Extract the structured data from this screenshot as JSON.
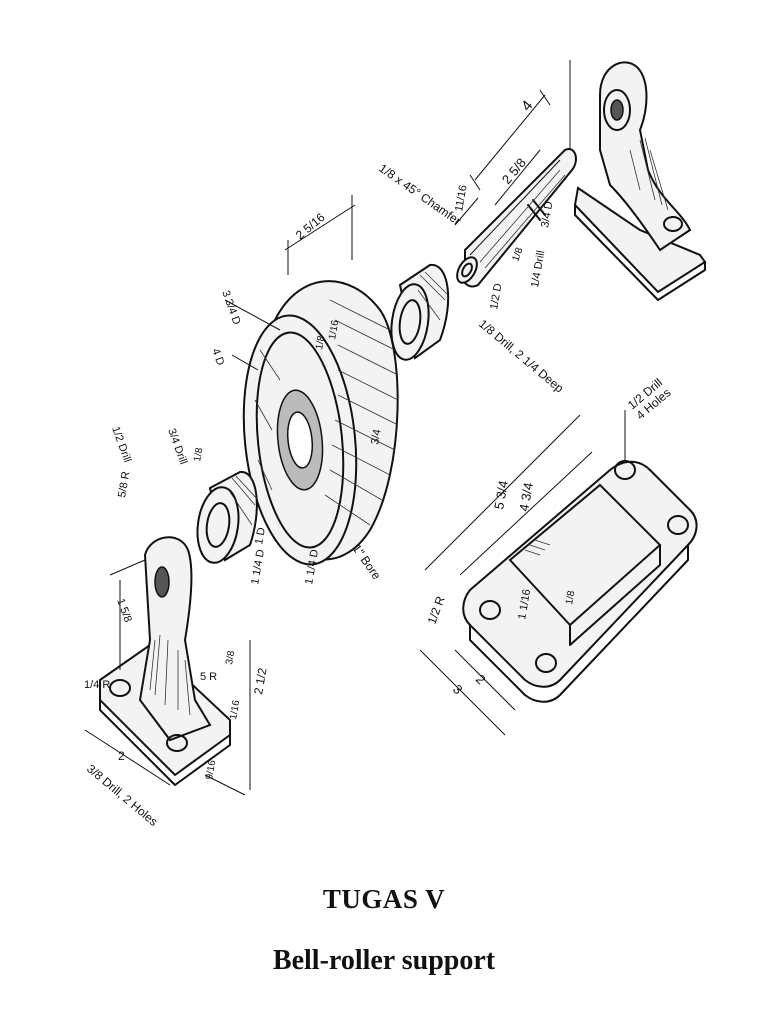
{
  "caption": {
    "title": "TUGAS V",
    "subtitle": "Bell-roller support"
  },
  "dimensions": {
    "pin_length": "4",
    "pin_2_5_8": "2 5/8",
    "pin_11_16": "11/16",
    "chamfer": "1/8 x 45° Chamfer",
    "pin_3_4D": "3/4 D",
    "pin_1_2D": "1/2 D",
    "pin_quarter_drill": "1/4 Drill",
    "pin_1_8": "1/8",
    "pin_drill_deep": "1/8 Drill, 2 1/4 Deep",
    "roller_2_5_16": "2 5/16",
    "roller_3_3_4D": "3 3/4 D",
    "roller_4D": "4 D",
    "roller_1_16": "1/16",
    "roller_1_8": "1/8",
    "roller_3_4": "3/4",
    "roller_1_bore": "1\" Bore",
    "roller_1_1_4D": "1 1/4 D",
    "bushing_1D": "1 D",
    "bushing_1_1_4D": "1 1/4 D",
    "bushing_3_4_drill": "3/4 Drill",
    "bushing_1_8": "1/8",
    "bracket_1_2_drill": "1/2 Drill",
    "bracket_5_8R": "5/8 R",
    "bracket_1_5_8": "1 5/8",
    "bracket_5R": "5 R",
    "bracket_3_8": "3/8",
    "bracket_1_16": "1/16",
    "bracket_2_1_2": "2 1/2",
    "bracket_2": "2",
    "bracket_1_4R": "1/4 R",
    "bracket_9_16": "9/16",
    "bracket_holes": "3/8 Drill, 2 Holes",
    "base_drill_holes": "1/2 Drill\n4 Holes",
    "base_5_3_4": "5 3/4",
    "base_4_3_4": "4 3/4",
    "base_1_2R": "1/2 R",
    "base_1_16": "1 1/16",
    "base_1_8": "1/8",
    "base_2": "2",
    "base_3": "3"
  }
}
